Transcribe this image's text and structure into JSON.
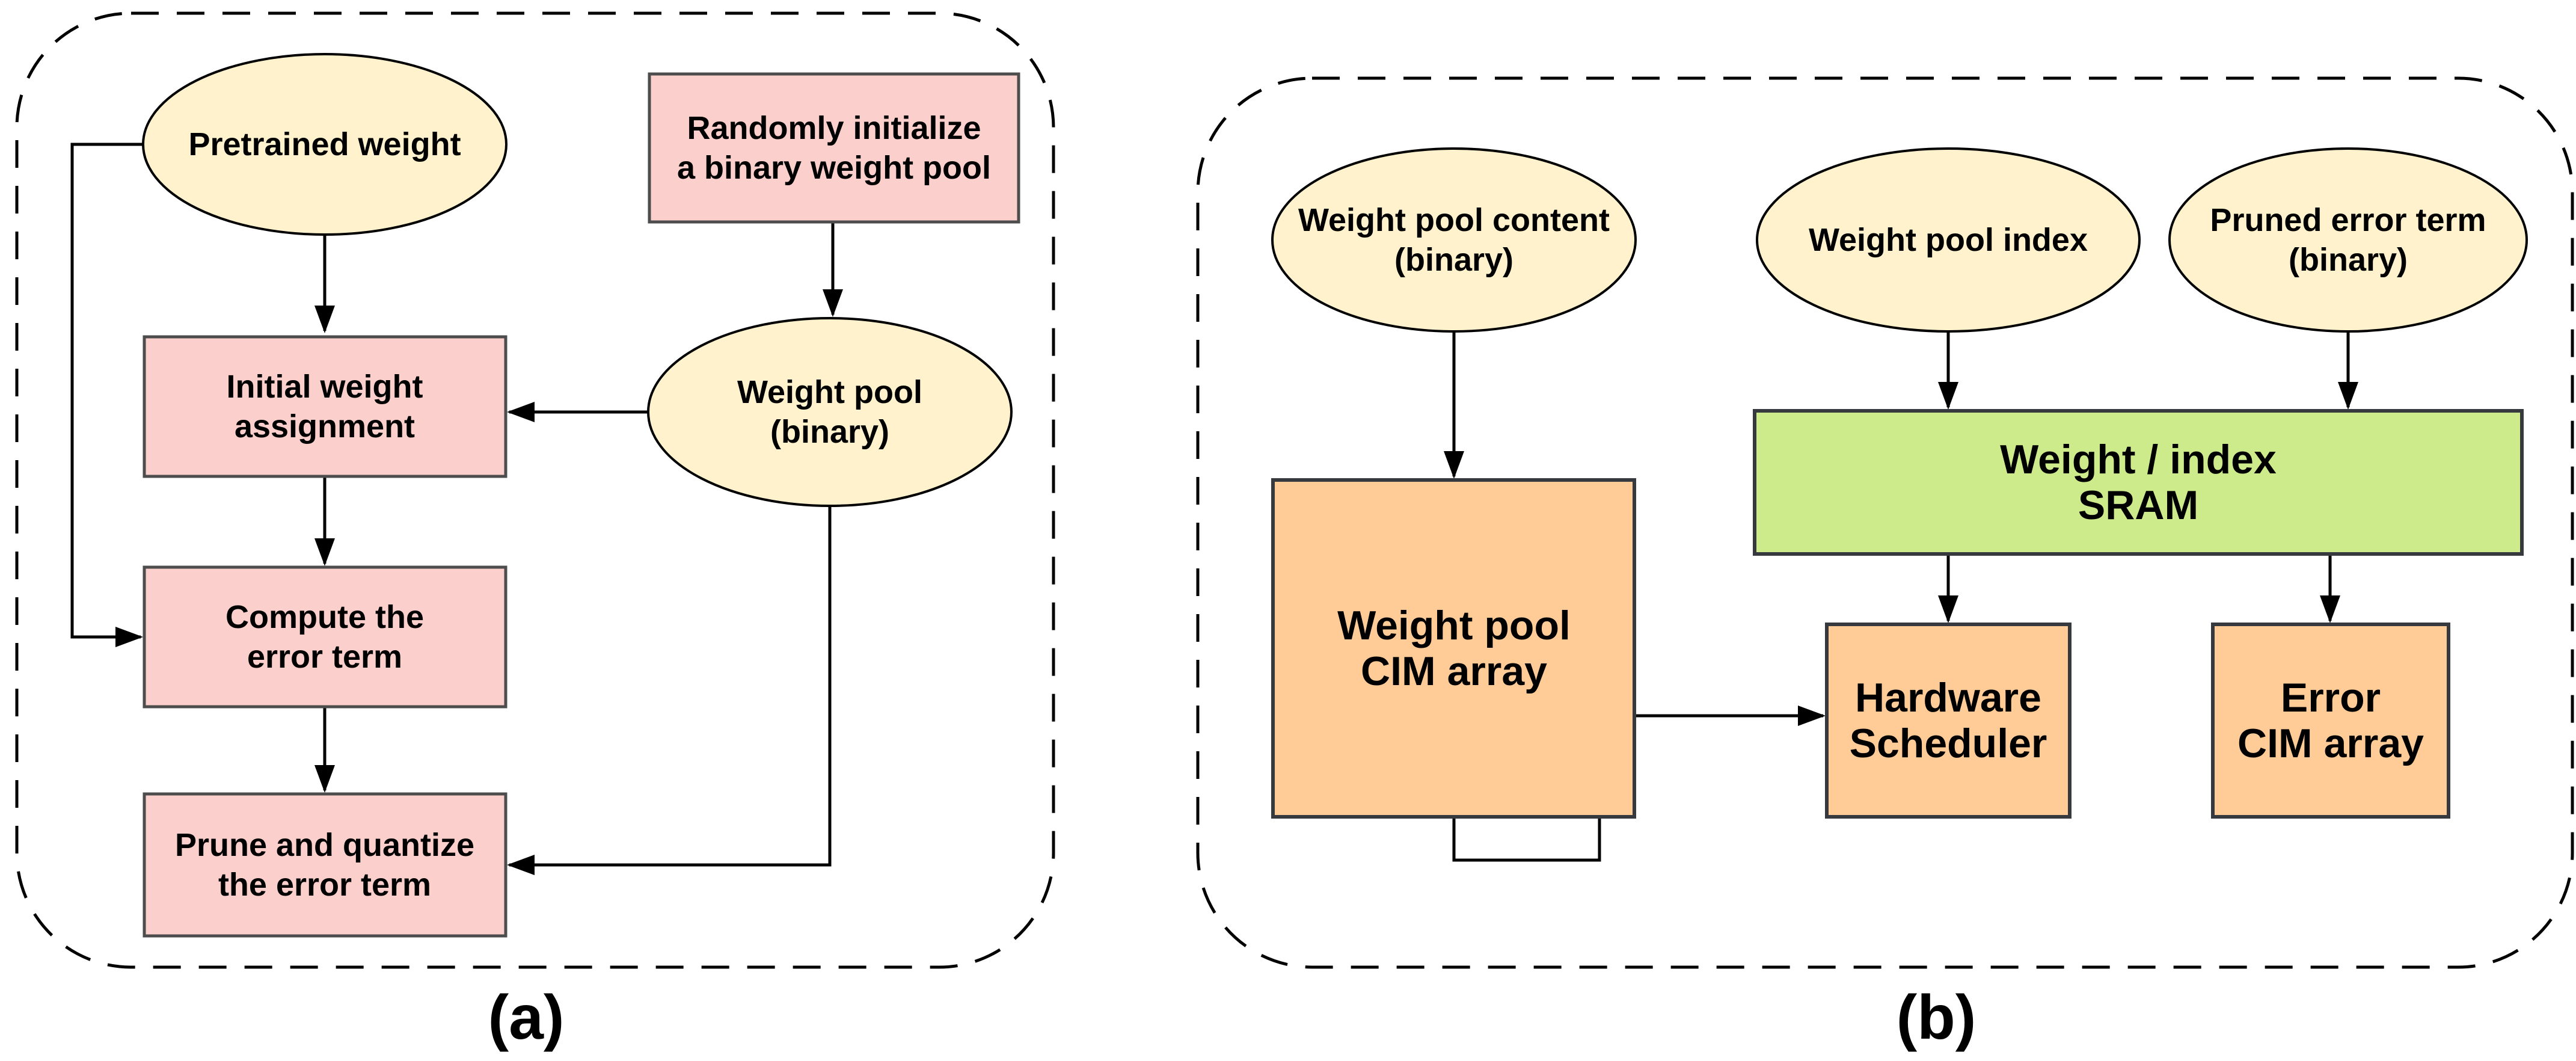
{
  "diagram": {
    "colors": {
      "fill_yellow": "#FFF2CC",
      "fill_pink": "#FBCFCC",
      "fill_green": "#CDEB8B",
      "fill_orange": "#FFCB97",
      "stroke_box": "#4D4D4D",
      "stroke_dark": "#36393D",
      "line_black": "#000000"
    },
    "panel_a": {
      "caption": "(a)",
      "nodes": {
        "pretrained": {
          "label": "Pretrained weight"
        },
        "random_init": {
          "line1": "Randomly initialize",
          "line2": "a binary weight pool"
        },
        "weight_pool": {
          "line1": "Weight pool",
          "line2": "(binary)"
        },
        "initial_assignment": {
          "line1": "Initial weight",
          "line2": "assignment"
        },
        "compute_error": {
          "line1": "Compute the",
          "line2": "error term"
        },
        "prune_quantize": {
          "line1": "Prune and quantize",
          "line2": "the error term"
        }
      }
    },
    "panel_b": {
      "caption": "(b)",
      "nodes": {
        "pool_content": {
          "line1": "Weight pool content",
          "line2": "(binary)"
        },
        "pool_index": {
          "label": "Weight pool index"
        },
        "pruned_error": {
          "line1": "Pruned error term",
          "line2": "(binary)"
        },
        "sram": {
          "line1": "Weight / index",
          "line2": "SRAM"
        },
        "cim_array": {
          "line1": "Weight pool",
          "line2": "CIM array"
        },
        "scheduler": {
          "line1": "Hardware",
          "line2": "Scheduler"
        },
        "error_cim": {
          "line1": "Error",
          "line2": "CIM array"
        }
      }
    }
  }
}
